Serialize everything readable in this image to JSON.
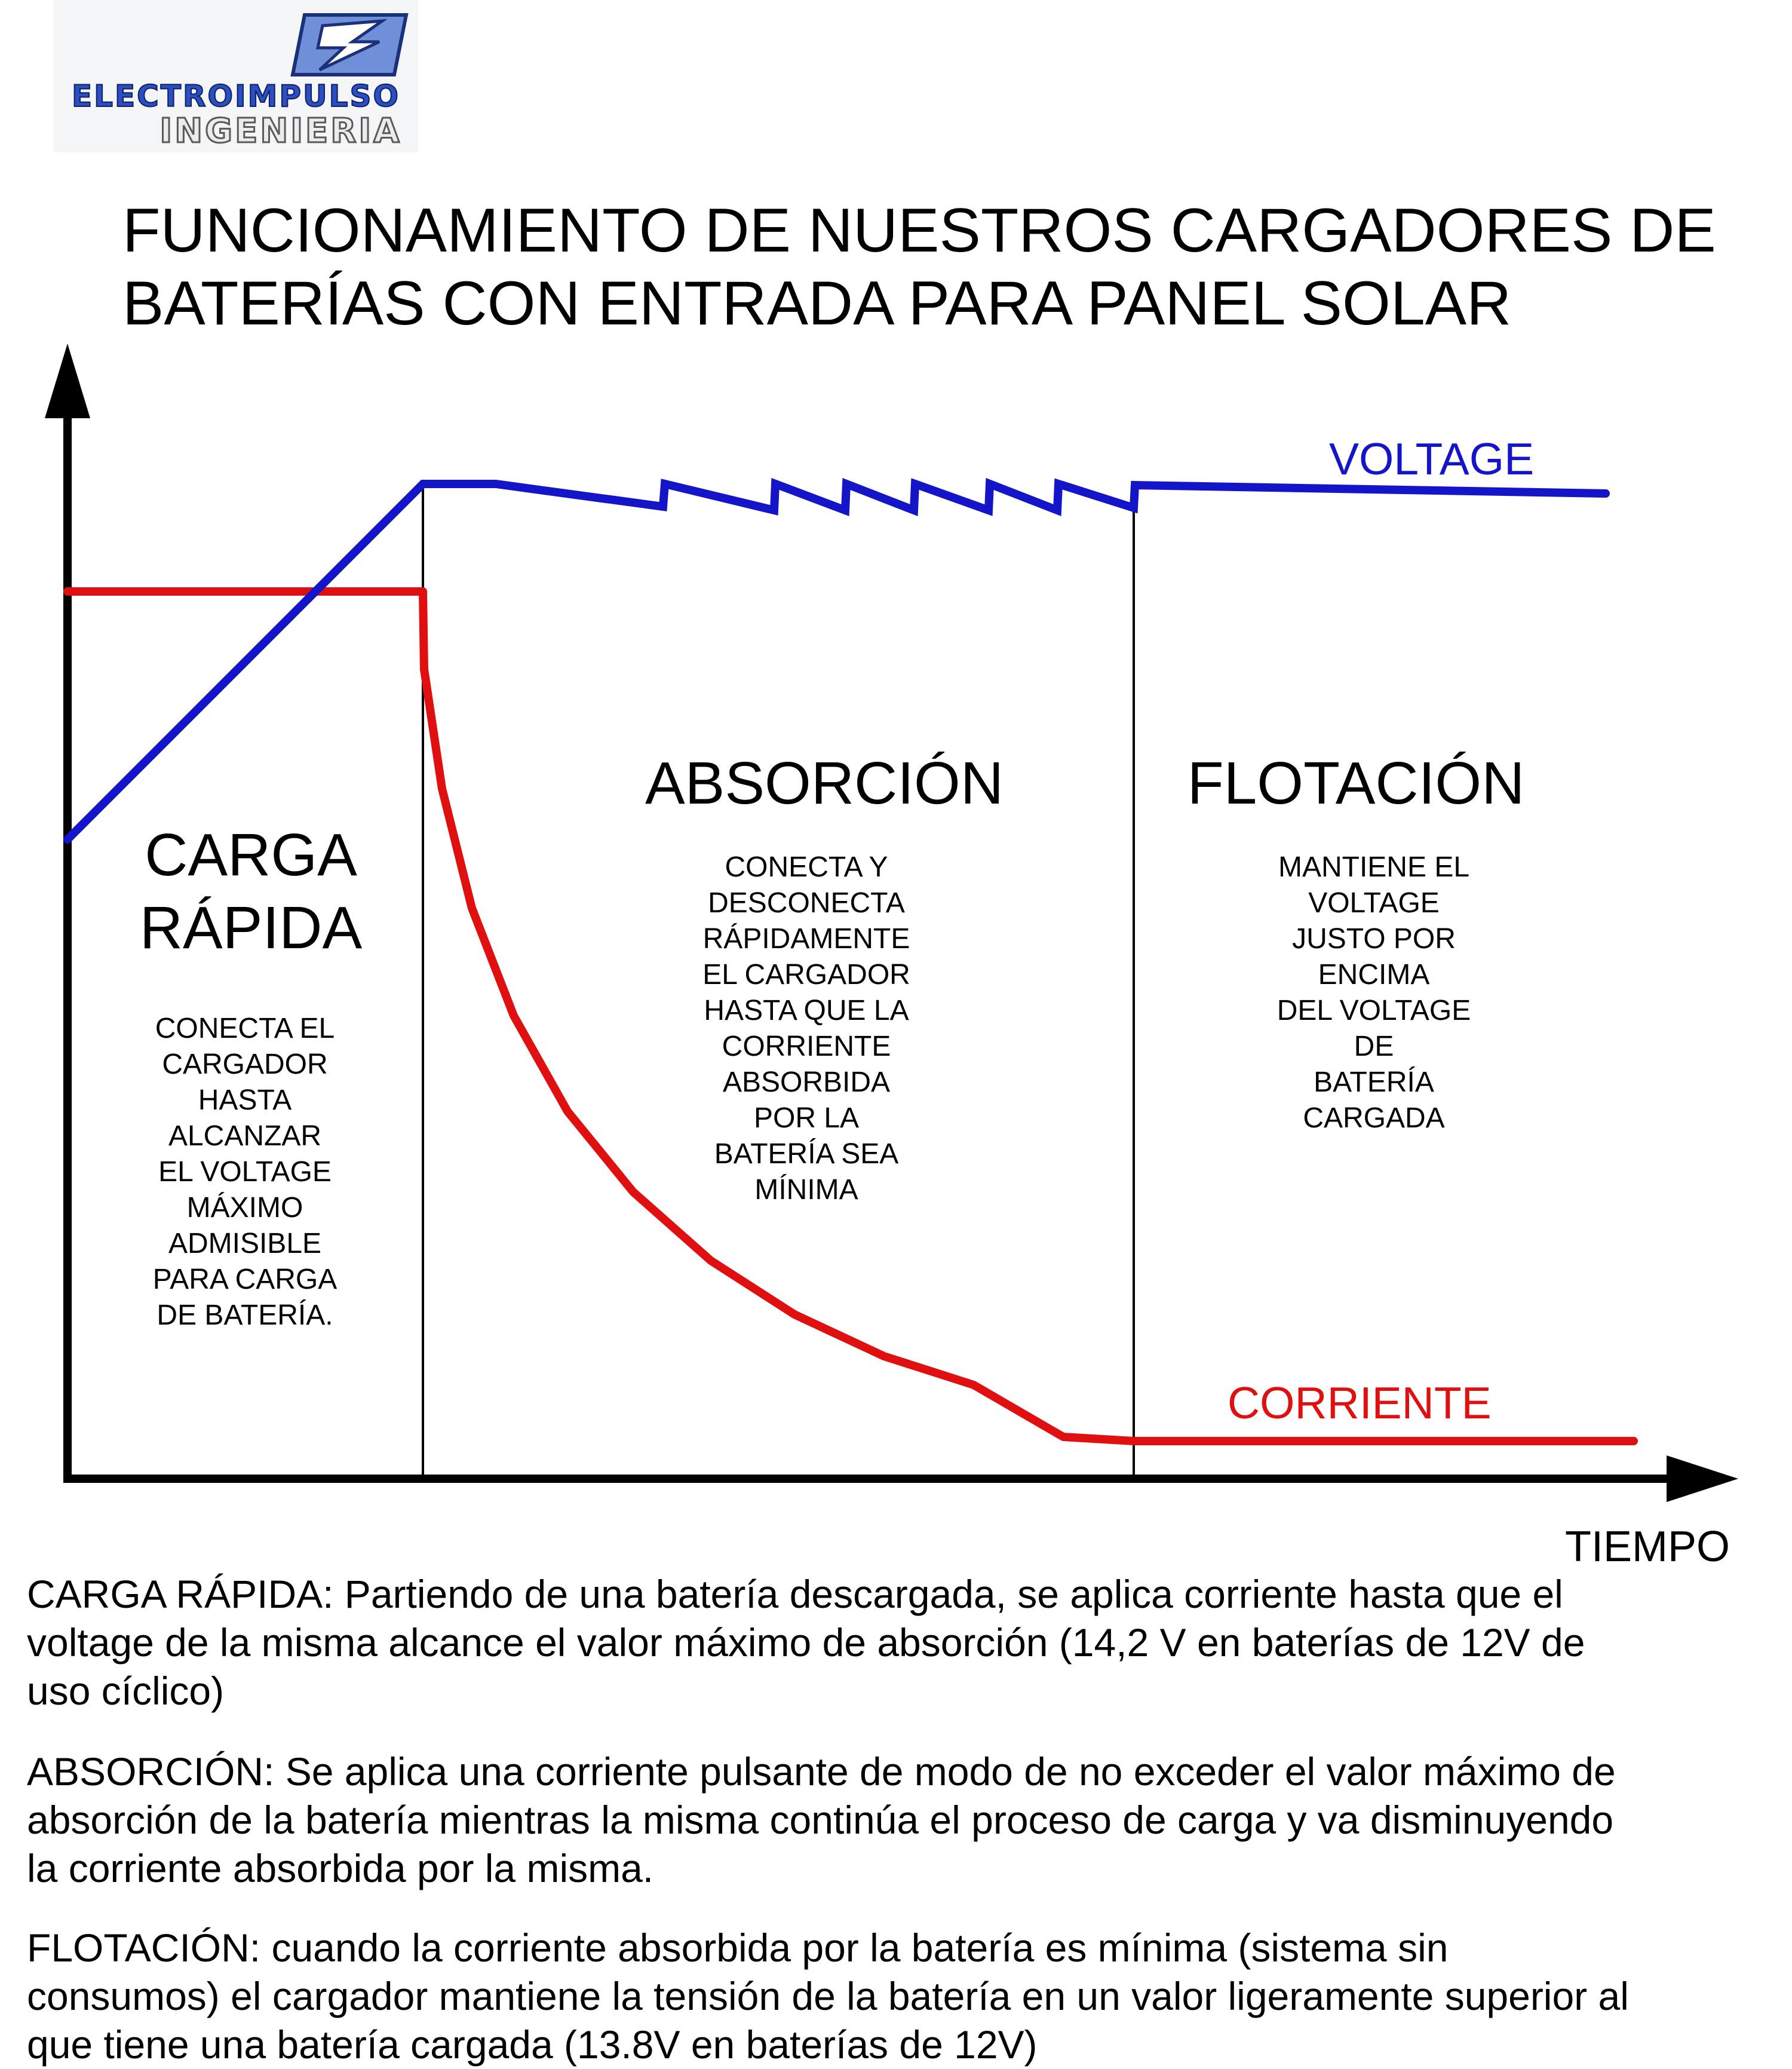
{
  "logo": {
    "line1": "ELECTROIMPULSO",
    "line2": "INGENIERIA",
    "emblem": "lightning-bolt-icon"
  },
  "title": {
    "line1": "FUNCIONAMIENTO DE NUESTROS CARGADORES DE",
    "line2": "BATERÍAS CON ENTRADA PARA PANEL SOLAR"
  },
  "diagram": {
    "colors": {
      "voltage": "#1414c8",
      "current": "#e01010",
      "axes": "#000000"
    },
    "x_axis_label": "TIEMPO",
    "voltage_label": "VOLTAGE",
    "current_label": "CORRIENTE",
    "phases": [
      {
        "title": [
          "CARGA",
          "RÁPIDA"
        ],
        "description": [
          "CONECTA EL",
          "CARGADOR",
          "HASTA",
          "ALCANZAR",
          "EL VOLTAGE",
          "MÁXIMO",
          "ADMISIBLE",
          "PARA CARGA",
          "DE BATERÍA."
        ]
      },
      {
        "title": [
          "ABSORCIÓN"
        ],
        "description": [
          "CONECTA Y",
          "DESCONECTA",
          "RÁPIDAMENTE",
          "EL CARGADOR",
          "HASTA QUE LA",
          "CORRIENTE",
          "ABSORBIDA",
          "POR LA",
          "BATERÍA SEA",
          "MÍNIMA"
        ]
      },
      {
        "title": [
          "FLOTACIÓN"
        ],
        "description": [
          "MANTIENE EL",
          "VOLTAGE",
          "JUSTO POR",
          "ENCIMA",
          "DEL VOLTAGE",
          "DE",
          "BATERÍA",
          "CARGADA"
        ]
      }
    ]
  },
  "paragraphs": [
    {
      "lines": [
        "CARGA RÁPIDA: Partiendo de una batería descargada, se aplica corriente hasta que el",
        "voltage de la misma alcance el valor máximo de absorción (14,2 V en baterías de 12V de",
        "uso cíclico)"
      ]
    },
    {
      "lines": [
        "ABSORCIÓN: Se aplica una corriente pulsante de modo de no exceder el valor máximo de",
        "absorción de la batería mientras la misma continúa el proceso de carga y va disminuyendo",
        "la corriente absorbida por la misma."
      ]
    },
    {
      "lines": [
        "FLOTACIÓN: cuando la corriente absorbida por la batería es mínima (sistema sin",
        "consumos) el cargador mantiene la tensión de la batería en un valor ligeramente superior al",
        "que tiene una batería cargada (13.8V en baterías de 12V)"
      ]
    }
  ]
}
